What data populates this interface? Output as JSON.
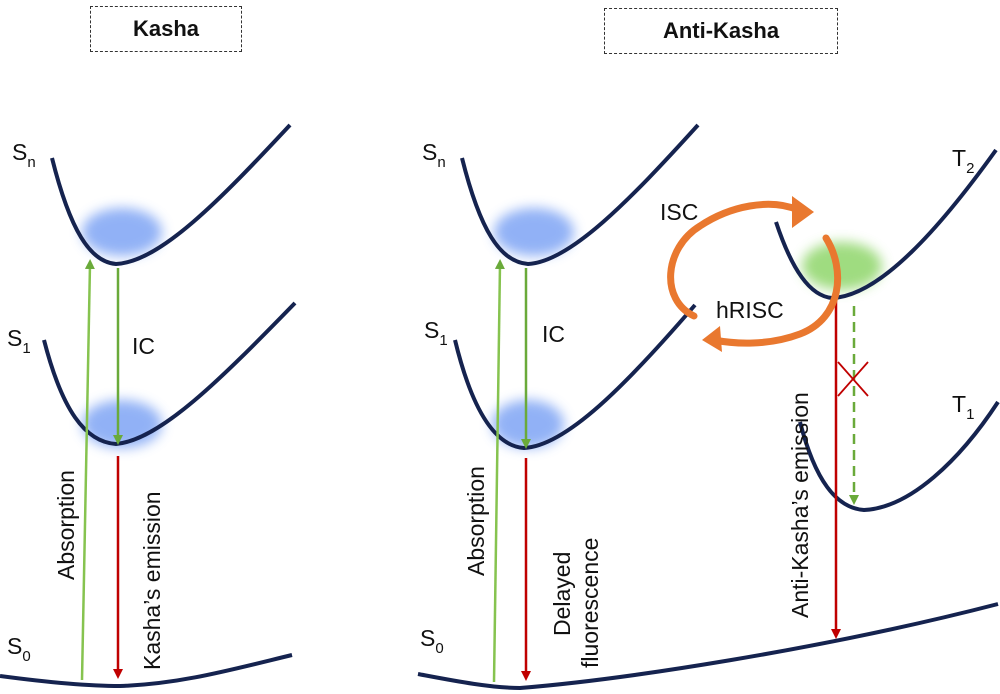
{
  "kasha": {
    "title": "Kasha",
    "state_sn": "S",
    "state_sn_sub": "n",
    "state_s1": "S",
    "state_s1_sub": "1",
    "state_s0": "S",
    "state_s0_sub": "0",
    "ic": "IC",
    "absorption": "Absorption",
    "emission": "Kasha’s emission"
  },
  "antikasha": {
    "title": "Anti-Kasha",
    "state_sn": "S",
    "state_sn_sub": "n",
    "state_s1": "S",
    "state_s1_sub": "1",
    "state_s0": "S",
    "state_s0_sub": "0",
    "state_t2": "T",
    "state_t2_sub": "2",
    "state_t1": "T",
    "state_t1_sub": "1",
    "ic": "IC",
    "isc": "ISC",
    "hrisc": "hRISC",
    "absorption": "Absorption",
    "delayed_line1": "Delayed",
    "delayed_line2": "fluorescence",
    "emission": "Anti-Kasha’s emission"
  },
  "colors": {
    "curve": "#15234f",
    "absorption": "#86c34f",
    "emission": "#c00000",
    "ic": "#6aaa3a",
    "cycle": "#e9782f",
    "blob_blue": "#6d98f3",
    "blob_green": "#8fd66a"
  }
}
